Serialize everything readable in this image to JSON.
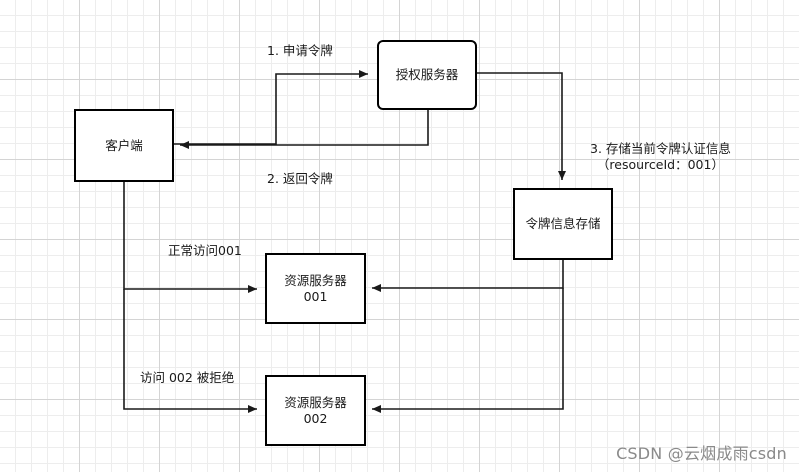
{
  "diagram": {
    "nodes": {
      "auth_server": "授权服务器",
      "client": "客户端",
      "token_store": "令牌信息存储",
      "resource_server_001": "资源服务器\n001",
      "resource_server_002": "资源服务器\n002"
    },
    "edges": {
      "request_token": "1. 申请令牌",
      "return_token": "2. 返回令牌",
      "store_token": "3. 存储当前令牌认证信息\n（resourceId：001）",
      "access_001": "正常访问001",
      "access_002_denied": "访问 002 被拒绝"
    }
  },
  "watermark": "CSDN @云烟成雨csdn"
}
